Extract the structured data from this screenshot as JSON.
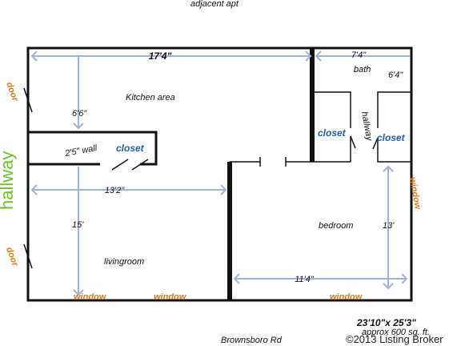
{
  "labels": {
    "adjacent": "adjacent apt",
    "hallway_outside": "hallway",
    "door_top": "door",
    "door_bottom": "door",
    "kitchen": "Kitchen area",
    "living": "livingroom",
    "bedroom": "bedroom",
    "bath": "bath",
    "closet_left": "closet",
    "closet_mid": "closet",
    "closet_right": "closet",
    "hallway_inner": "hallway",
    "wall_note": "2'5\" wall",
    "window_1": "window",
    "window_2": "window",
    "window_3": "window",
    "window_side": "window",
    "street": "Brownsboro Rd"
  },
  "dimensions": {
    "top_width": "17'4\"",
    "bath_width": "7'4\"",
    "bath_height": "6'4\"",
    "kitchen_depth": "6'6\"",
    "living_width": "13'2\"",
    "living_depth": "15'",
    "bedroom_depth": "13'",
    "bedroom_width": "11'4\""
  },
  "summary": {
    "overall": "23'10\"x 25'3\"",
    "area": "approx 600 sq. ft.",
    "credit": "©2013 Listing Broker"
  },
  "colors": {
    "walls": "#111111",
    "dimension_lines": "#9fb3dd",
    "closet_text": "#1f5fa8",
    "window_door_text": "#d97a1a",
    "hallway_text": "#6fbf2a"
  }
}
